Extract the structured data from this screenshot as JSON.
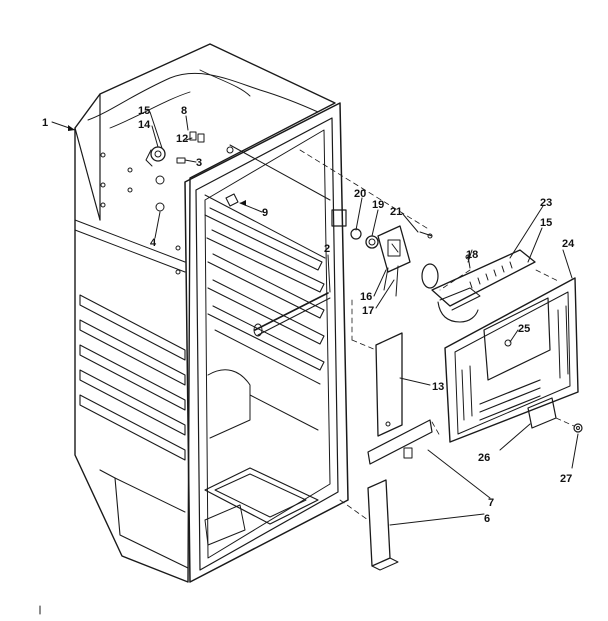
{
  "diagram": {
    "callouts": [
      {
        "id": "c1",
        "text": "1"
      },
      {
        "id": "c15a",
        "text": "15"
      },
      {
        "id": "c14",
        "text": "14"
      },
      {
        "id": "c8",
        "text": "8"
      },
      {
        "id": "c12",
        "text": "12"
      },
      {
        "id": "c3",
        "text": "3"
      },
      {
        "id": "c9",
        "text": "9"
      },
      {
        "id": "c4",
        "text": "4"
      },
      {
        "id": "c2",
        "text": "2"
      },
      {
        "id": "c20",
        "text": "20"
      },
      {
        "id": "c19",
        "text": "19"
      },
      {
        "id": "c21",
        "text": "21"
      },
      {
        "id": "c16",
        "text": "16"
      },
      {
        "id": "c17",
        "text": "17"
      },
      {
        "id": "c18",
        "text": "18"
      },
      {
        "id": "c23",
        "text": "23"
      },
      {
        "id": "c15b",
        "text": "15"
      },
      {
        "id": "c24",
        "text": "24"
      },
      {
        "id": "c25",
        "text": "25"
      },
      {
        "id": "c13",
        "text": "13"
      },
      {
        "id": "c26",
        "text": "26"
      },
      {
        "id": "c27",
        "text": "27"
      },
      {
        "id": "c7",
        "text": "7"
      },
      {
        "id": "c6",
        "text": "6"
      }
    ]
  }
}
